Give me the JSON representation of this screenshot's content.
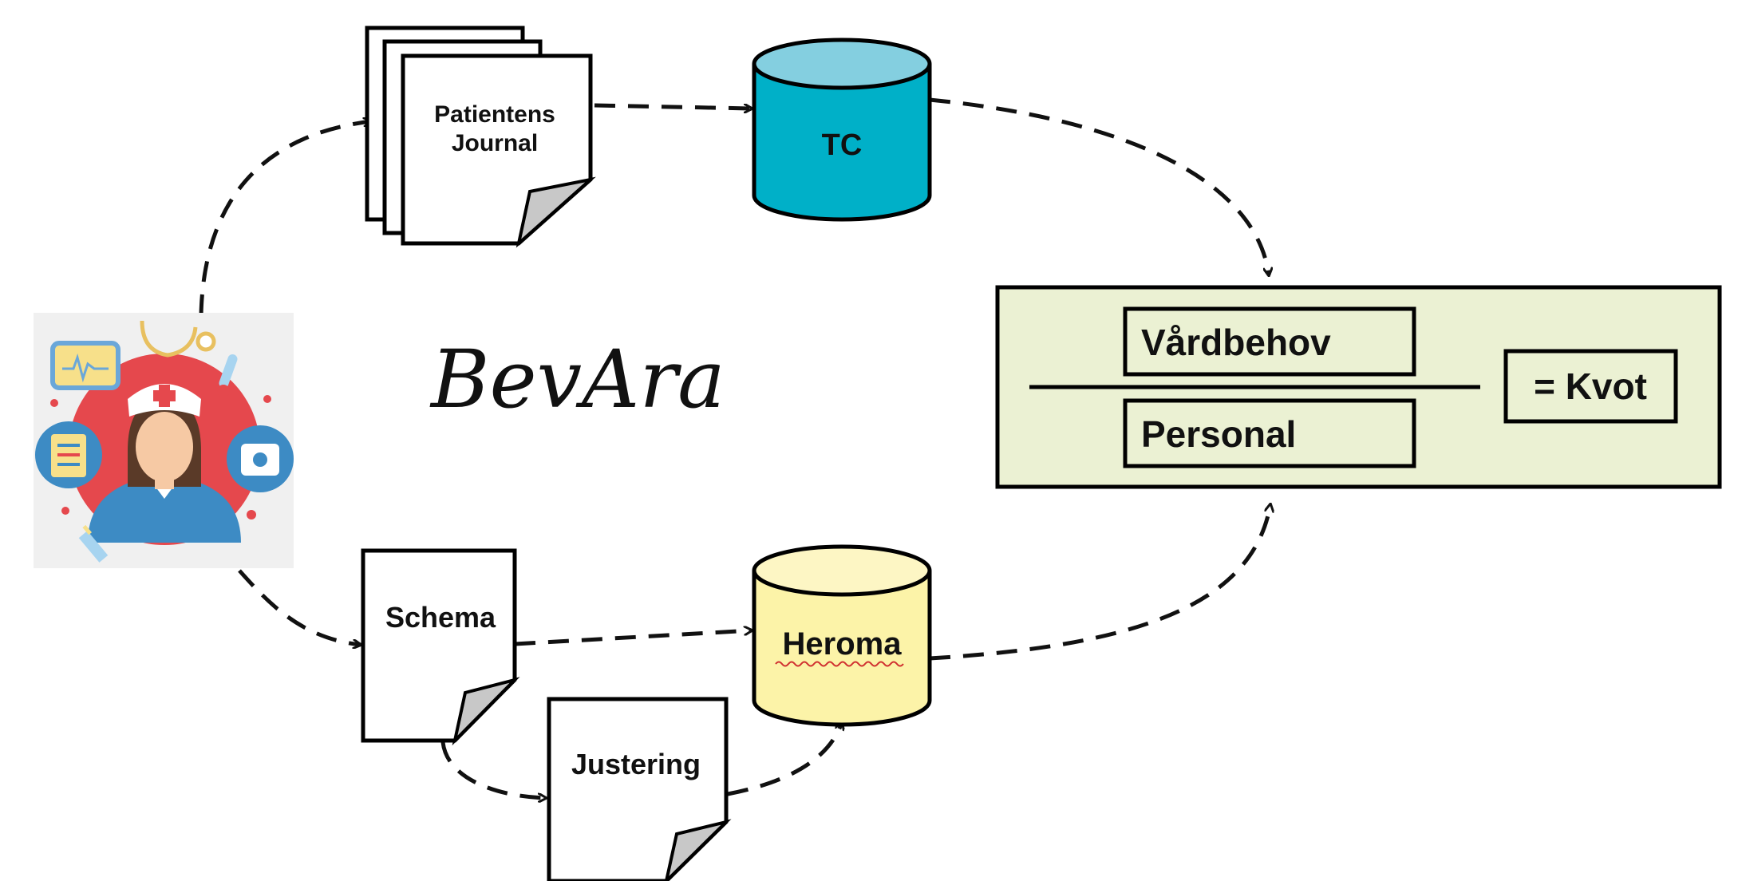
{
  "title": "BevAra",
  "documents": {
    "patient_journal": "Patientens\nJournal",
    "schema": "Schema",
    "justering": "Justering"
  },
  "databases": {
    "tc": "TC",
    "heroma": "Heroma"
  },
  "formula": {
    "numerator": "Vårdbehov",
    "denominator": "Personal",
    "result": "= Kvot"
  },
  "colors": {
    "tc_fill": "#00b0c8",
    "tc_top": "#84cfe0",
    "heroma_fill": "#fcf3a8",
    "heroma_top": "#fdf6c4",
    "formula_bg": "#ebf1d3",
    "nurse_circle": "#e5484d",
    "nurse_bg": "#f0f0f0"
  },
  "icons": [
    "nurse-icon",
    "stethoscope-icon",
    "heart-monitor-icon",
    "thermometer-icon",
    "clipboard-icon",
    "medical-kit-icon",
    "syringe-icon"
  ]
}
